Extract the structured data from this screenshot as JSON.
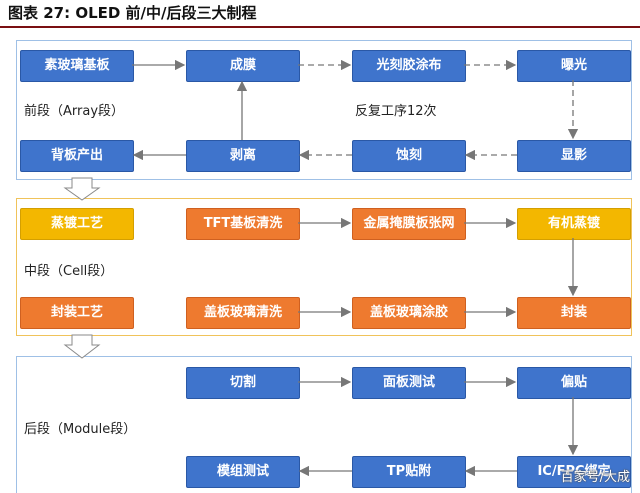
{
  "figure_title": "图表 27: OLED 前/中/后段三大制程",
  "front_stage": {
    "label": "前段（Array段）",
    "steps": {
      "substrate": "素玻璃基板",
      "film": "成膜",
      "resist": "光刻胶涂布",
      "exposure": "曝光",
      "develop": "显影",
      "etch": "蚀刻",
      "strip": "剥离",
      "backplane": "背板产出"
    },
    "repeat_note": "反复工序12次"
  },
  "middle_stage": {
    "label": "中段（Cell段）",
    "steps": {
      "evaporation": "蒸镀工艺",
      "tft_clean": "TFT基板清洗",
      "mask_tension": "金属掩膜板张网",
      "organic_evap": "有机蒸镀",
      "encap": "封装工艺",
      "cover_clean": "盖板玻璃清洗",
      "cover_glue": "盖板玻璃涂胶",
      "seal": "封装"
    }
  },
  "back_stage": {
    "label": "后段（Module段）",
    "steps": {
      "cut": "切割",
      "panel_test": "面板测试",
      "polarizer": "偏贴",
      "ic_fpc": "IC/FPC绑定",
      "tp_attach": "TP贴附",
      "module_test": "模组测试"
    }
  },
  "watermark": "百家号/大成"
}
